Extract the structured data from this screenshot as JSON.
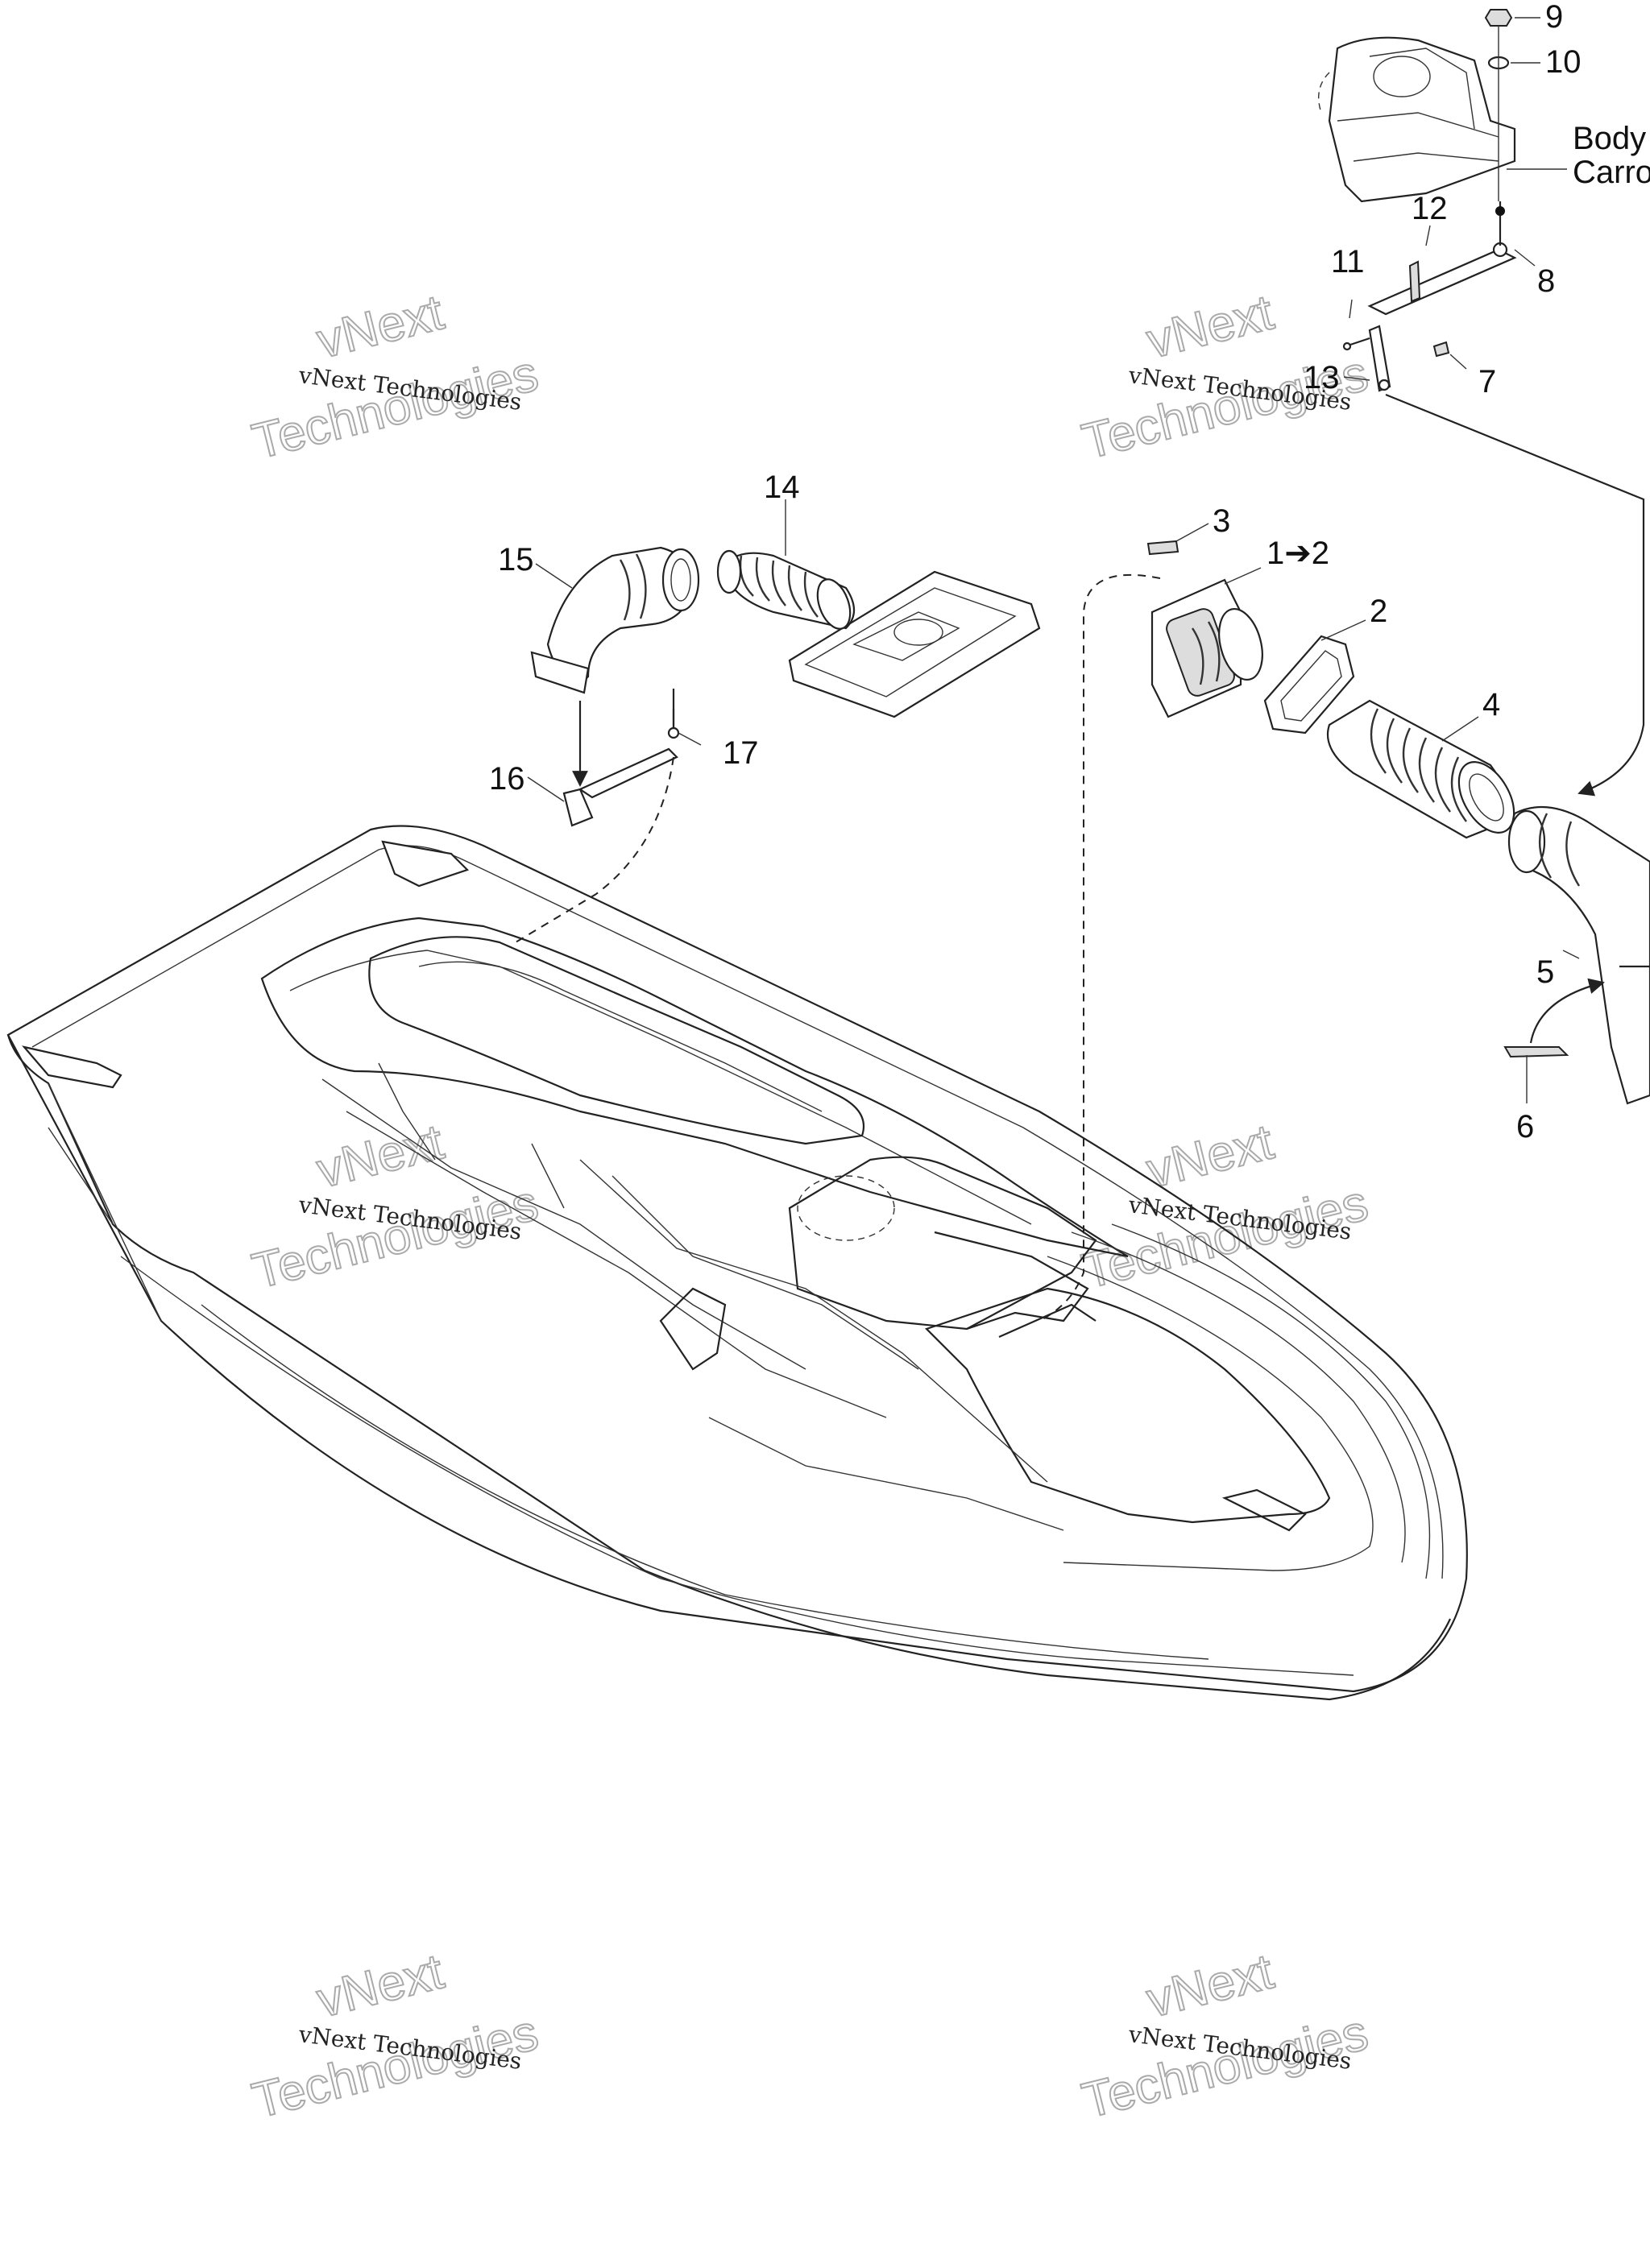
{
  "callouts": {
    "c1": "1➔2",
    "c2": "2",
    "c3": "3",
    "c4": "4",
    "c5": "5",
    "c6": "6",
    "c7": "7",
    "c8": "8",
    "c9": "9",
    "c10": "10",
    "c11": "11",
    "c12": "12",
    "c13": "13",
    "c14": "14",
    "c15": "15",
    "c16": "16",
    "c17": "17"
  },
  "reference_label": {
    "line1": "Body",
    "line2": "Carro"
  },
  "watermark": {
    "line_small": "vNext Technologies",
    "word_top": "vNext",
    "word_bottom": "Technologies"
  }
}
